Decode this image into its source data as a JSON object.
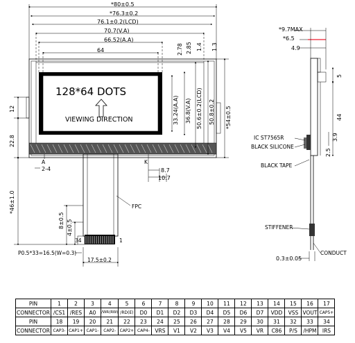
{
  "screen": {
    "title": "128*64 DOTS",
    "viewing": "VIEWING DIRECTION"
  },
  "dims_top": {
    "d80": "*80±0.5",
    "d763": "*76.3±0.2",
    "d761": "76.1±0.2(LCD)",
    "d707": "70.7(V.A)",
    "d6652": "66.52(A.A)",
    "d64": "64"
  },
  "dims_right": {
    "r278": "2.78",
    "r285": "2.85",
    "r14": "1.4",
    "r13": "1.3",
    "r3324": "33.24(A.A)",
    "r368": "36.8(V.A)",
    "r506": "50.6±0.2(LCD)",
    "r508": "50.8±0.2",
    "r54": "*54±0.5"
  },
  "dims_left": {
    "l12": "12",
    "l228": "22.8",
    "l46": "*46±1.0",
    "l8": "8±0.5",
    "l4": "4±0.5",
    "l24": "2-4",
    "lA": "A",
    "lK": "K",
    "l87": "8.7",
    "l107": "10.7"
  },
  "fpc": {
    "label": "FPC",
    "pitch": "P0.5*33=16.5(W=0.3)",
    "width": "17.5±0.2",
    "pin34": "34",
    "pin1": "1"
  },
  "side": {
    "max": "*9.7MAX",
    "h65": "*6.5",
    "h49": "4.9",
    "d5": "5",
    "d44": "44",
    "d39": "3.9",
    "d25": "2.5",
    "d03": "0.3±0.05",
    "ic": "IC  ST7565R",
    "silicone": "BLACK SILICONE",
    "tape": "BLACK TAPE",
    "stiffener": "STIFFENER",
    "conduct": "CONDUCT"
  },
  "pins": {
    "row1_label": "PIN",
    "row1": [
      "1",
      "2",
      "3",
      "4",
      "5",
      "6",
      "7",
      "8",
      "9",
      "10",
      "11",
      "12",
      "13",
      "14",
      "15",
      "16",
      "17"
    ],
    "row2_label": "CONNECTOR",
    "row2": [
      "/CS1",
      "/RES",
      "A0",
      "/WR(RW)",
      "/RD(E)",
      "D0",
      "D1",
      "D2",
      "D3",
      "D4",
      "D5",
      "D6",
      "D7",
      "VDD",
      "VSS",
      "VOUT",
      "CAP5+"
    ],
    "row3_label": "PIN",
    "row3": [
      "18",
      "19",
      "20",
      "21",
      "22",
      "23",
      "24",
      "25",
      "26",
      "27",
      "28",
      "29",
      "30",
      "31",
      "32",
      "33",
      "34"
    ],
    "row4_label": "CONNECTOR",
    "row4": [
      "CAP3-",
      "CAP1+",
      "CAP1-",
      "CAP2-",
      "CAP2+",
      "CAP4-",
      "VRS",
      "V1",
      "V2",
      "V3",
      "V4",
      "V5",
      "VR",
      "C86",
      "P/S",
      "/HPM",
      "IRS"
    ]
  }
}
